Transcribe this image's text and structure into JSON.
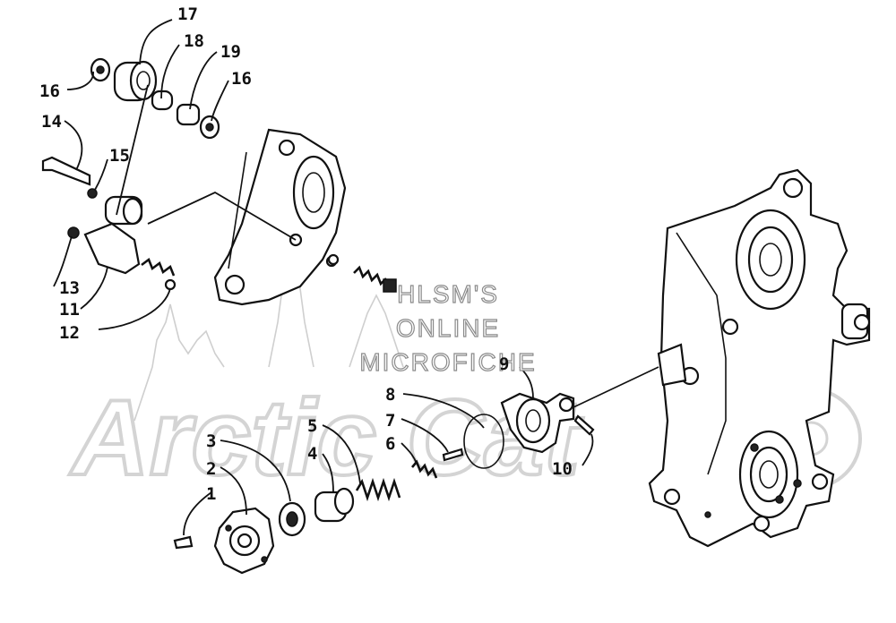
{
  "watermark": {
    "lines": [
      "HLSM'S",
      "ONLINE",
      "MICROFICHE"
    ],
    "logo_text": "Arctic Cat"
  },
  "callouts": [
    {
      "id": "c17a",
      "label": "17"
    },
    {
      "id": "c18",
      "label": "18"
    },
    {
      "id": "c19",
      "label": "19"
    },
    {
      "id": "c16b",
      "label": "16"
    },
    {
      "id": "c16a",
      "label": "16"
    },
    {
      "id": "c14",
      "label": "14"
    },
    {
      "id": "c15",
      "label": "15"
    },
    {
      "id": "c13",
      "label": "13"
    },
    {
      "id": "c11",
      "label": "11"
    },
    {
      "id": "c12",
      "label": "12"
    },
    {
      "id": "c9",
      "label": "9"
    },
    {
      "id": "c8",
      "label": "8"
    },
    {
      "id": "c7",
      "label": "7"
    },
    {
      "id": "c6",
      "label": "6"
    },
    {
      "id": "c5",
      "label": "5"
    },
    {
      "id": "c4",
      "label": "4"
    },
    {
      "id": "c3",
      "label": "3"
    },
    {
      "id": "c2",
      "label": "2"
    },
    {
      "id": "c1",
      "label": "1"
    },
    {
      "id": "c10",
      "label": "10"
    }
  ]
}
